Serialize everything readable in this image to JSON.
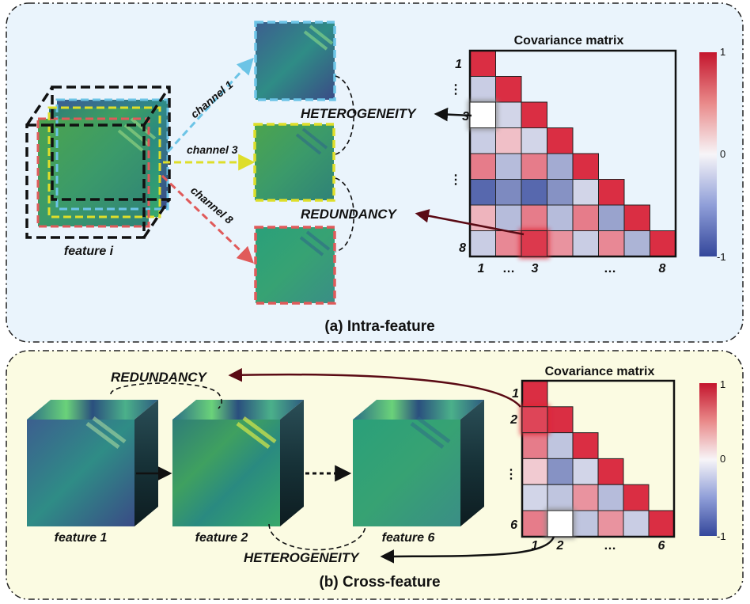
{
  "panel_a": {
    "title": "(a) Intra-feature",
    "matrix_title": "Covariance matrix",
    "row_labels": [
      "1",
      "⋮",
      "3",
      "⋮",
      "8"
    ],
    "col_labels": [
      "1",
      "…",
      "3",
      "…",
      "8"
    ],
    "colorbar": {
      "max": "1",
      "mid": "0",
      "min": "-1"
    },
    "feature_label": "feature i",
    "channel_labels": [
      "channel 1",
      "channel 3",
      "channel 8"
    ],
    "heterogeneity": "HETEROGENEITY",
    "redundancy": "REDUNDANCY",
    "matrix_values": [
      [
        0.9
      ],
      [
        -0.25,
        0.9
      ],
      [
        0.0,
        -0.2,
        0.9
      ],
      [
        -0.25,
        0.25,
        -0.2,
        0.9
      ],
      [
        0.55,
        -0.35,
        0.55,
        -0.45,
        0.9
      ],
      [
        -0.85,
        -0.65,
        -0.85,
        -0.6,
        -0.2,
        0.9
      ],
      [
        0.3,
        -0.35,
        0.55,
        -0.35,
        0.55,
        -0.5,
        0.9
      ],
      [
        -0.25,
        0.5,
        0.75,
        0.45,
        -0.25,
        0.5,
        -0.4,
        0.9
      ]
    ]
  },
  "panel_b": {
    "title": "(b) Cross-feature",
    "matrix_title": "Covariance matrix",
    "row_labels": [
      "1",
      "2",
      "⋮",
      "6"
    ],
    "col_labels": [
      "1",
      "2",
      "…",
      "6"
    ],
    "colorbar": {
      "max": "1",
      "mid": "0",
      "min": "-1"
    },
    "feature_labels": [
      "feature 1",
      "feature 2",
      "feature 6"
    ],
    "redundancy": "REDUNDANCY",
    "heterogeneity": "HETEROGENEITY",
    "matrix_values": [
      [
        0.9
      ],
      [
        0.75,
        0.9
      ],
      [
        0.55,
        -0.3,
        0.9
      ],
      [
        0.2,
        -0.6,
        -0.2,
        0.9
      ],
      [
        -0.2,
        -0.3,
        0.45,
        -0.35,
        0.9
      ],
      [
        0.55,
        0.0,
        -0.3,
        0.45,
        -0.25,
        0.9
      ]
    ]
  },
  "colors": {
    "panel_a_bg": "#eaf4fc",
    "panel_b_bg": "#fbfbe2",
    "positive": "#d7182f",
    "negative": "#3a4fa0",
    "channel_1": "#6cc4e6",
    "channel_3": "#dede2a",
    "channel_8": "#e05a5a"
  }
}
